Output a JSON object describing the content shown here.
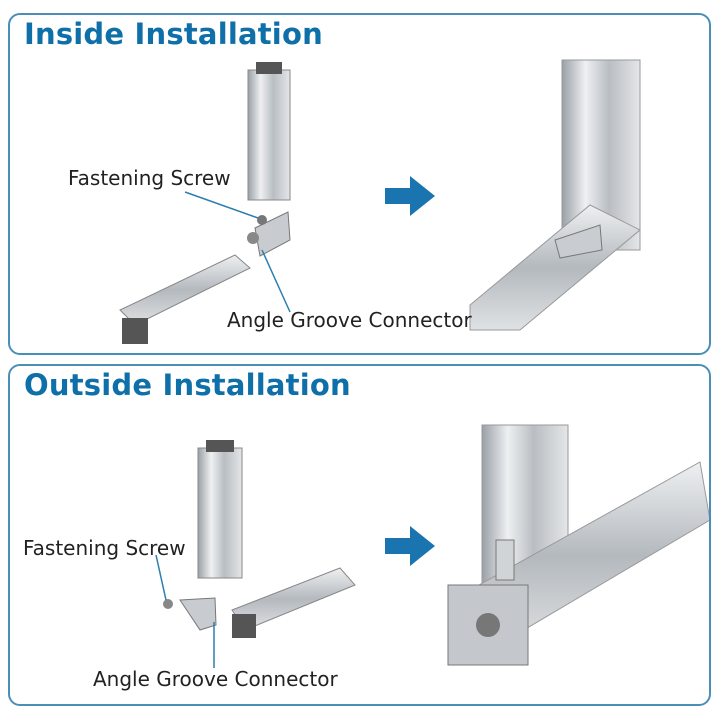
{
  "inside": {
    "title": "Inside Installation",
    "screw_label": "Fastening Screw",
    "connector_label": "Angle Groove Connector"
  },
  "outside": {
    "title": "Outside Installation",
    "screw_label": "Fastening Screw",
    "connector_label": "Angle Groove Connector"
  },
  "colors": {
    "accent": "#0f6fa8",
    "border": "#4a8fb5",
    "arrow": "#1a74b0"
  }
}
